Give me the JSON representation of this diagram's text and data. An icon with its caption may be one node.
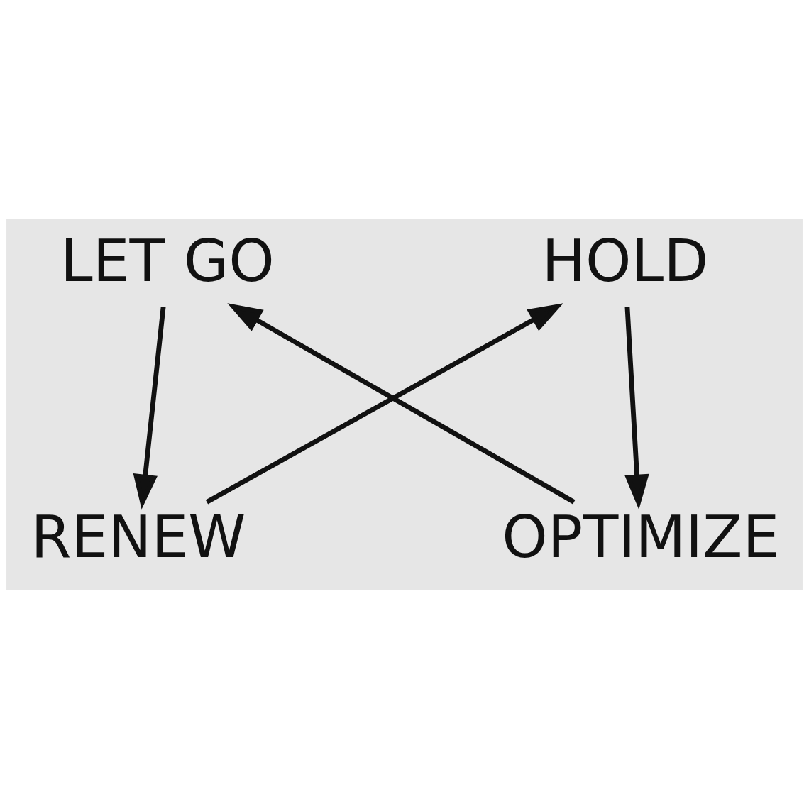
{
  "diagram": {
    "nodes": [
      {
        "text": [
          "LET GO"
        ]
      },
      {
        "text": [
          "HOLD"
        ]
      },
      {
        "text": [
          "RENEW"
        ]
      },
      {
        "text": [
          "OPTIMIZE"
        ]
      }
    ],
    "edges": [
      {
        "from": 0,
        "to": 2,
        "arrow": "to"
      },
      {
        "from": 2,
        "to": 1,
        "arrow": "to"
      },
      {
        "from": 3,
        "to": 0,
        "arrow": "to"
      },
      {
        "from": 1,
        "to": 3,
        "arrow": "to"
      }
    ]
  }
}
